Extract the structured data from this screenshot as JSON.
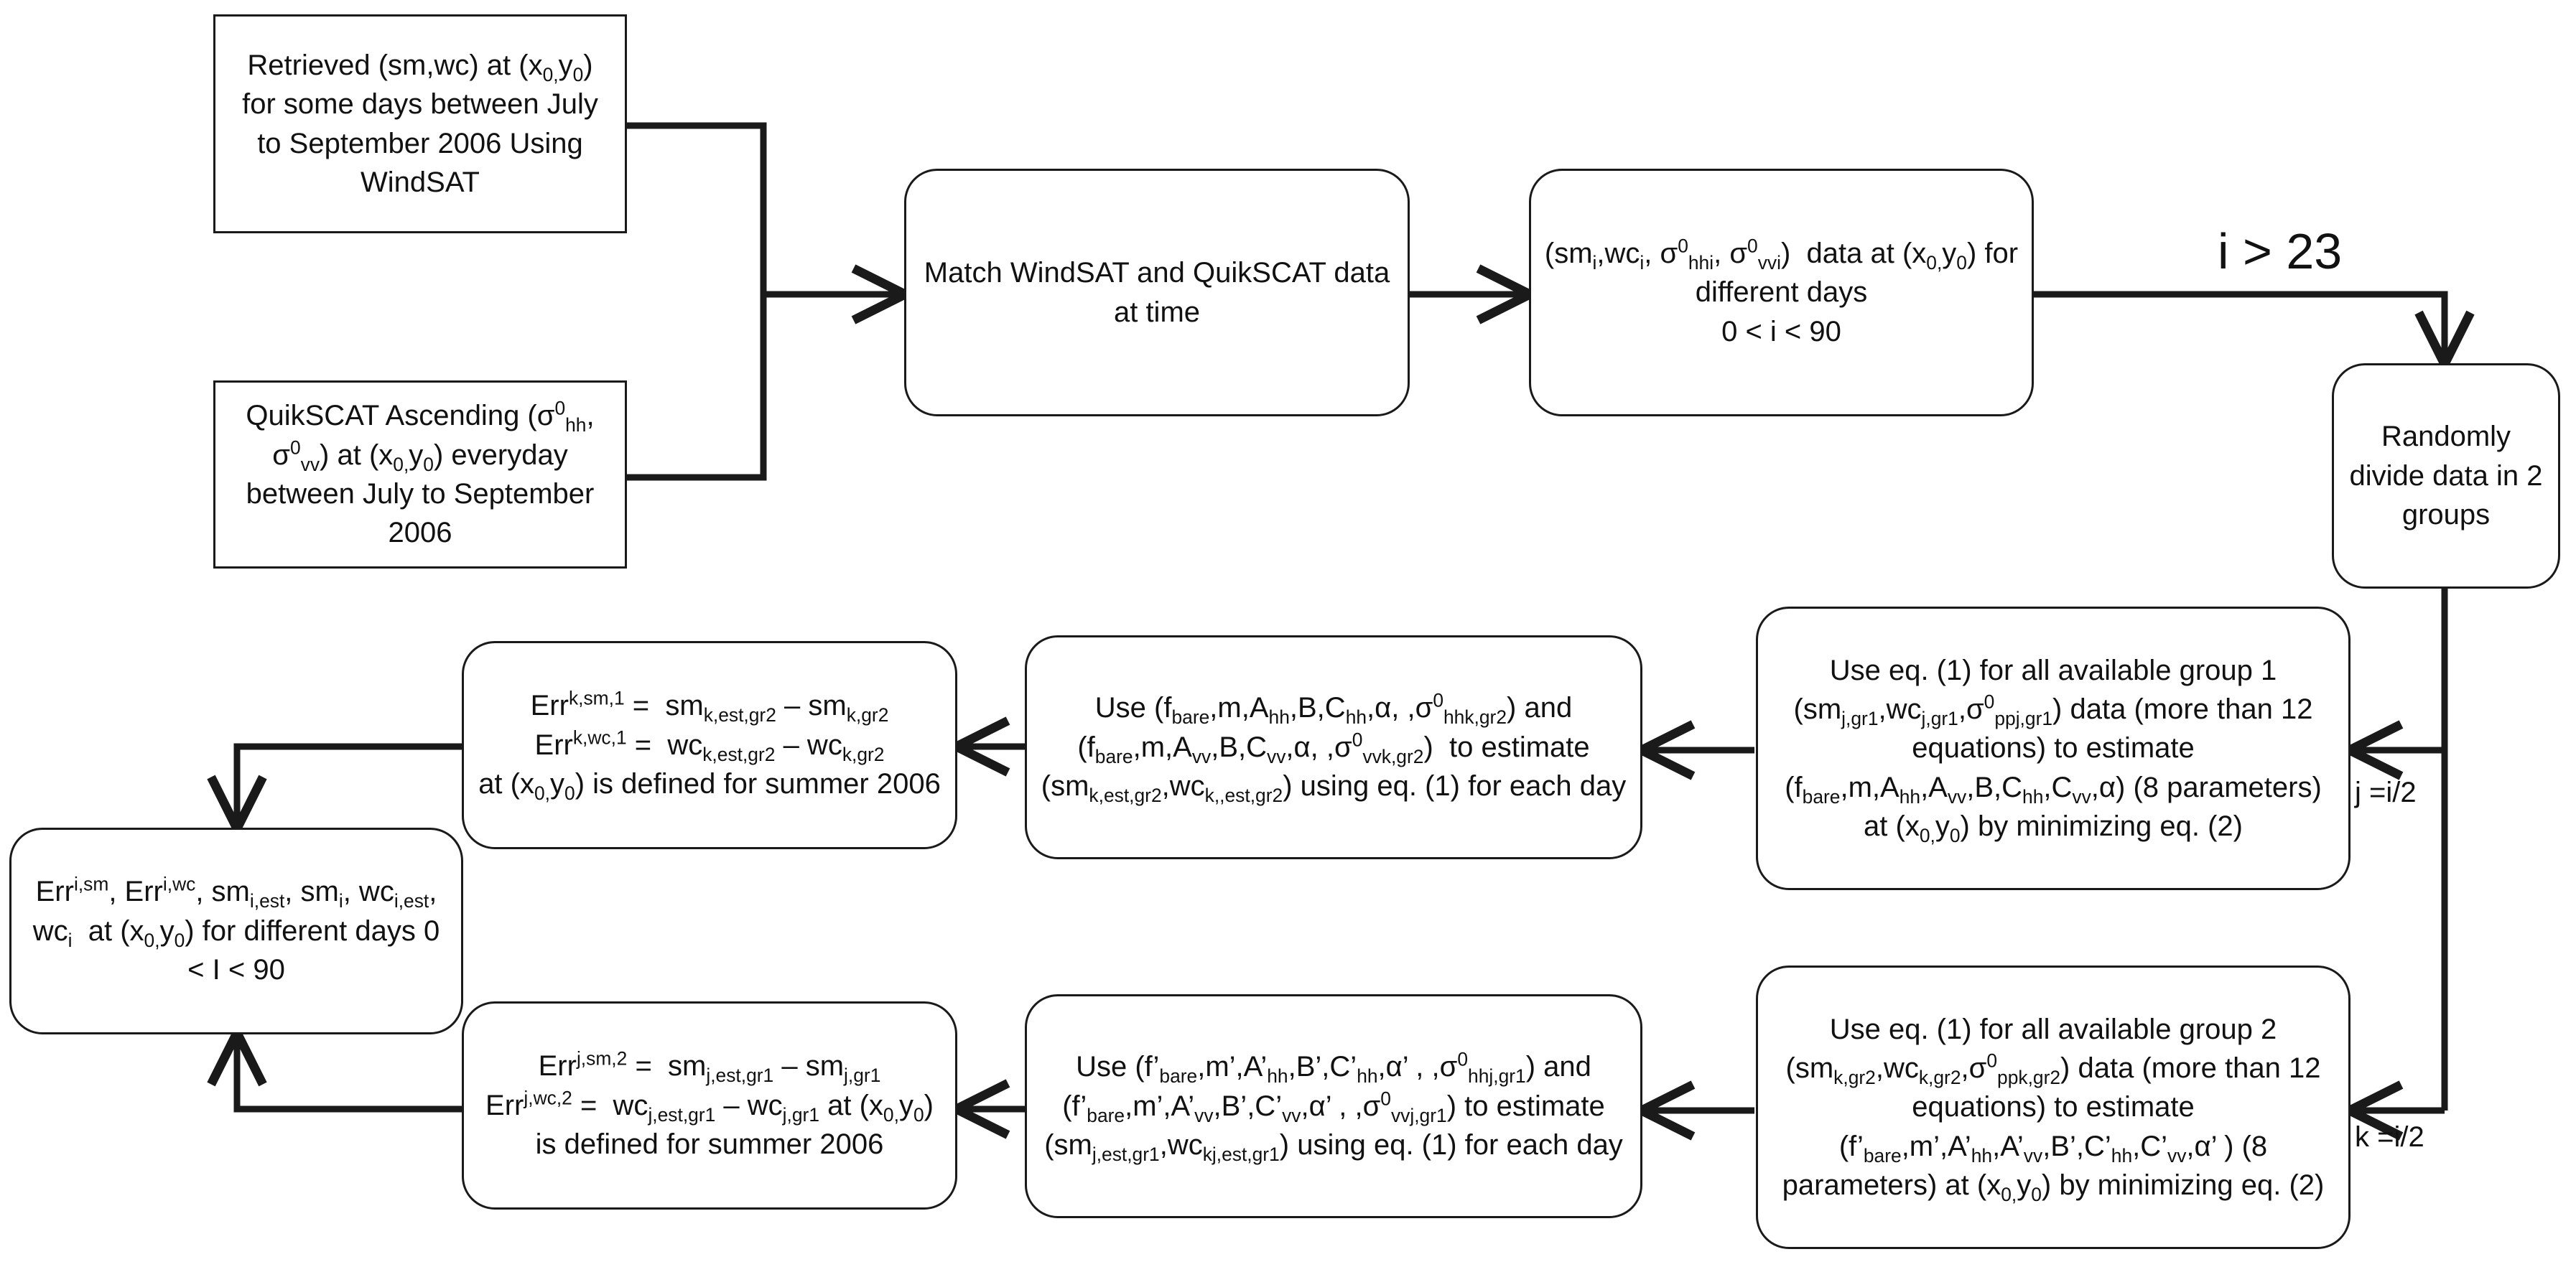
{
  "nodes": {
    "windsat_retrieved": "Retrieved (sm,wc) at (x<sub>0,</sub>y<sub>0</sub>) for some days between July to September 2006 Using WindSAT",
    "quikscat_ascending": "QuikSCAT Ascending (σ<sup>0</sup><sub>hh</sub>, σ<sup>0</sup><sub>vv</sub>) at (x<sub>0,</sub>y<sub>0</sub>) everyday between July to September 2006",
    "match_data": "Match WindSAT and QuikSCAT data at time",
    "matched_data": "(sm<sub>i</sub>,wc<sub>i</sub>, σ<sup>0</sup><sub>hhi</sub>, σ<sup>0</sup><sub>vvi</sub>) &nbsp;data at (x<sub>0,</sub>y<sub>0</sub>) for different days<br>0 &lt; i &lt; 90",
    "randomly_divide": "Randomly divide data in 2 groups",
    "group1_fit": "Use eq. (1) for all available group 1 (sm<sub>j,gr1</sub>,wc<sub>j,gr1</sub>,σ<sup>0</sup><sub>ppj,gr1</sub>) data (more than 12 equations) to estimate (f<sub>bare</sub>,m,A<sub>hh</sub>,A<sub>vv</sub>,B,C<sub>hh</sub>,C<sub>vv</sub>,α) (8 parameters) at (x<sub>0,</sub>y<sub>0</sub>) by minimizing eq. (2)",
    "group2_fit": "Use eq. (1) for all available group 2 (sm<sub>k,gr2</sub>,wc<sub>k,gr2</sub>,σ<sup>0</sup><sub>ppk,gr2</sub>) data (more than 12 equations) to estimate (f’<sub>bare</sub>,m’,A’<sub>hh</sub>,A’<sub>vv</sub>,B’,C’<sub>hh</sub>,C’<sub>vv</sub>,α’ ) (8 parameters) at (x<sub>0,</sub>y<sub>0</sub>) by minimizing eq. (2)",
    "estimate_gr2": "Use (f<sub>bare</sub>,m,A<sub>hh</sub>,B,C<sub>hh</sub>,α, ,σ<sup>0</sup><sub>hhk,gr2</sub>) and (f<sub>bare</sub>,m,A<sub>vv</sub>,B,C<sub>vv</sub>,α, ,σ<sup>0</sup><sub>vvk,gr2</sub>) &nbsp;to estimate (sm<sub>k,est,gr2</sub>,wc<sub>k,,est,gr2</sub>) using eq. (1) for each day",
    "estimate_gr1": "Use (f’<sub>bare</sub>,m’,A’<sub>hh</sub>,B’,C’<sub>hh</sub>,α’ , ,σ<sup>0</sup><sub>hhj,gr1</sub>) and (f’<sub>bare</sub>,m’,A’<sub>vv</sub>,B’,C’<sub>vv</sub>,α’ , ,σ<sup>0</sup><sub>vvj,gr1</sub>) to estimate (sm<sub>j,est,gr1</sub>,wc<sub>kj,est,gr1</sub>) using eq. (1) for each day",
    "error_k": "Err<sup>k,sm,1</sup> = &nbsp;sm<sub>k,est,gr2</sub> – sm<sub>k,gr2</sub><br>Err<sup>k,wc,1</sup> = &nbsp;wc<sub>k,est,gr2</sub> – wc<sub>k,gr2</sub><br>at (x<sub>0,</sub>y<sub>0</sub>) is defined for summer 2006",
    "error_j": "Err<sup>j,sm,2</sup> = &nbsp;sm<sub>j,est,gr1</sub> – sm<sub>j,gr1</sub><br>Err<sup>j,wc,2</sup> = &nbsp;wc<sub>j,est,gr1</sub> – wc<sub>j,gr1</sub> at (x<sub>0,</sub>y<sub>0</sub>) is defined for summer 2006",
    "final_output": "Err<sup>i,sm</sup>, Err<sup>i,wc</sup>, sm<sub>i,est</sub>, sm<sub>i</sub>, wc<sub>i,est</sub>, wc<sub>i</sub> &nbsp;at (x<sub>0,</sub>y<sub>0</sub>) for different days 0 &lt; I &lt; 90"
  },
  "edge_labels": {
    "threshold": "i > 23",
    "group1_size": "j =i/2",
    "group2_size": "k =i/2"
  },
  "colors": {
    "stroke": "#1a1a1a",
    "background": "#ffffff"
  }
}
